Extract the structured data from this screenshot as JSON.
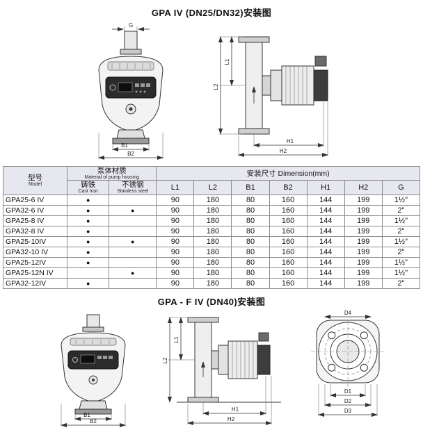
{
  "titles": {
    "top": "GPA IV (DN25/DN32)安装图",
    "bottom": "GPA - F IV (DN40)安装图"
  },
  "table": {
    "header": {
      "model_zh": "型号",
      "model_en": "Model",
      "material_zh": "泵体材质",
      "material_en": "Material of pump housing",
      "cast_zh": "铸铁",
      "cast_en": "Cast Iron",
      "stainless_zh": "不锈钢",
      "stainless_en": "Stainless steel",
      "dimension": "安装尺寸 Dimension(mm)",
      "cols": [
        "L1",
        "L2",
        "B1",
        "B2",
        "H1",
        "H2",
        "G"
      ]
    },
    "rows": [
      {
        "model": "GPA25-6 IV",
        "cast": "●",
        "ss": "",
        "v": [
          "90",
          "180",
          "80",
          "160",
          "144",
          "199",
          "1½\""
        ]
      },
      {
        "model": "GPA32-6 IV",
        "cast": "●",
        "ss": "●",
        "v": [
          "90",
          "180",
          "80",
          "160",
          "144",
          "199",
          "2\""
        ]
      },
      {
        "model": "GPA25-8 IV",
        "cast": "●",
        "ss": "",
        "v": [
          "90",
          "180",
          "80",
          "160",
          "144",
          "199",
          "1½\""
        ]
      },
      {
        "model": "GPA32-8 IV",
        "cast": "●",
        "ss": "",
        "v": [
          "90",
          "180",
          "80",
          "160",
          "144",
          "199",
          "2\""
        ]
      },
      {
        "model": "GPA25-10IV",
        "cast": "●",
        "ss": "●",
        "v": [
          "90",
          "180",
          "80",
          "160",
          "144",
          "199",
          "1½\""
        ]
      },
      {
        "model": "GPA32-10 IV",
        "cast": "●",
        "ss": "",
        "v": [
          "90",
          "180",
          "80",
          "160",
          "144",
          "199",
          "2\""
        ]
      },
      {
        "model": "GPA25-12IV",
        "cast": "●",
        "ss": "",
        "v": [
          "90",
          "180",
          "80",
          "160",
          "144",
          "199",
          "1½\""
        ]
      },
      {
        "model": "GPA25-12N IV",
        "cast": "",
        "ss": "●",
        "v": [
          "90",
          "180",
          "80",
          "160",
          "144",
          "199",
          "1½\""
        ]
      },
      {
        "model": "GPA32-12IV",
        "cast": "●",
        "ss": "",
        "v": [
          "90",
          "180",
          "80",
          "160",
          "144",
          "199",
          "2\""
        ]
      }
    ]
  },
  "dims": {
    "g": "G",
    "b1": "B1",
    "b2": "B2",
    "l1": "L1",
    "l2": "L2",
    "h1": "H1",
    "h2": "H2",
    "d1": "D1",
    "d2": "D2",
    "d3": "D3",
    "d4": "D4"
  }
}
